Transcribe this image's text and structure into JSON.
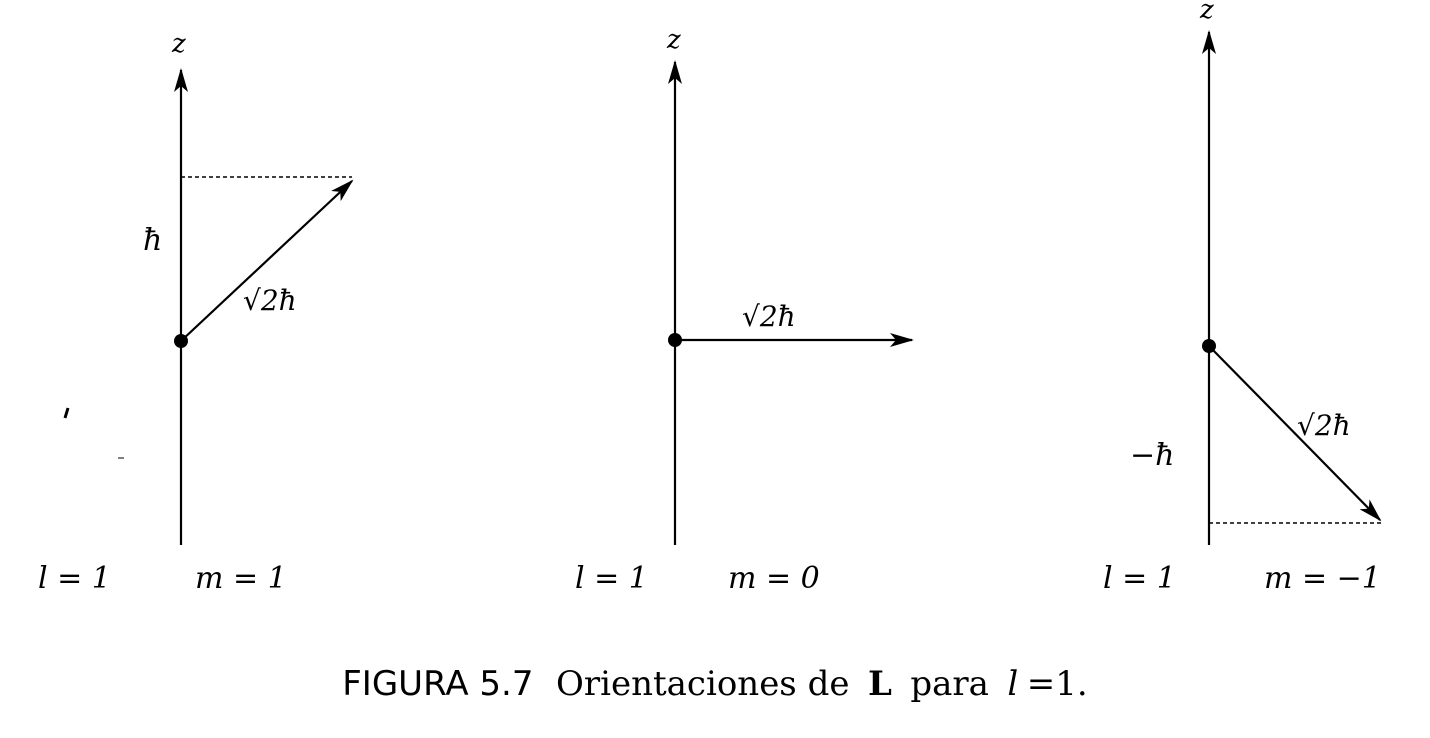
{
  "figure": {
    "caption_number": "FIGURA 5.7",
    "caption_text_1": "Orientaciones de",
    "caption_bold": "L",
    "caption_text_2": "para",
    "caption_l": "l",
    "caption_eq": "=1."
  },
  "panels": [
    {
      "axis_label": "z",
      "projection_label": "ħ",
      "vector_label": "√2ħ",
      "l_label": "l = 1",
      "m_label": "m = 1"
    },
    {
      "axis_label": "z",
      "vector_label": "√2ħ",
      "l_label": "l = 1",
      "m_label": "m = 0"
    },
    {
      "axis_label": "z",
      "projection_label": "−ħ",
      "vector_label": "√2ħ",
      "l_label": "l = 1",
      "m_label": "m = −1"
    }
  ]
}
